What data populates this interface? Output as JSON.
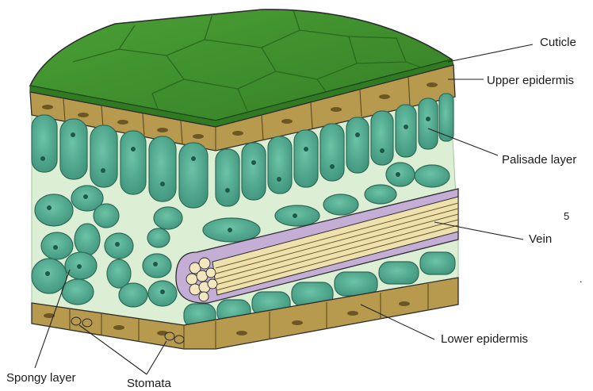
{
  "diagram": {
    "labels": {
      "cuticle": "Cuticle",
      "upper_epidermis": "Upper epidermis",
      "palisade_layer": "Palisade layer",
      "vein": "Vein",
      "lower_epidermis": "Lower epidermis",
      "spongy_layer": "Spongy layer",
      "stomata": "Stomata"
    },
    "marks": {
      "number": "5",
      "dot": "."
    },
    "colors": {
      "cuticle": "#3f8f2e",
      "epidermis": "#b89a4e",
      "mesophyll_cell": "#4fa88e",
      "mesophyll_bg": "#dbeed2",
      "vein_sheath": "#c4aed6",
      "xylem": "#efe1ae",
      "outline": "#2c2c2c"
    }
  }
}
